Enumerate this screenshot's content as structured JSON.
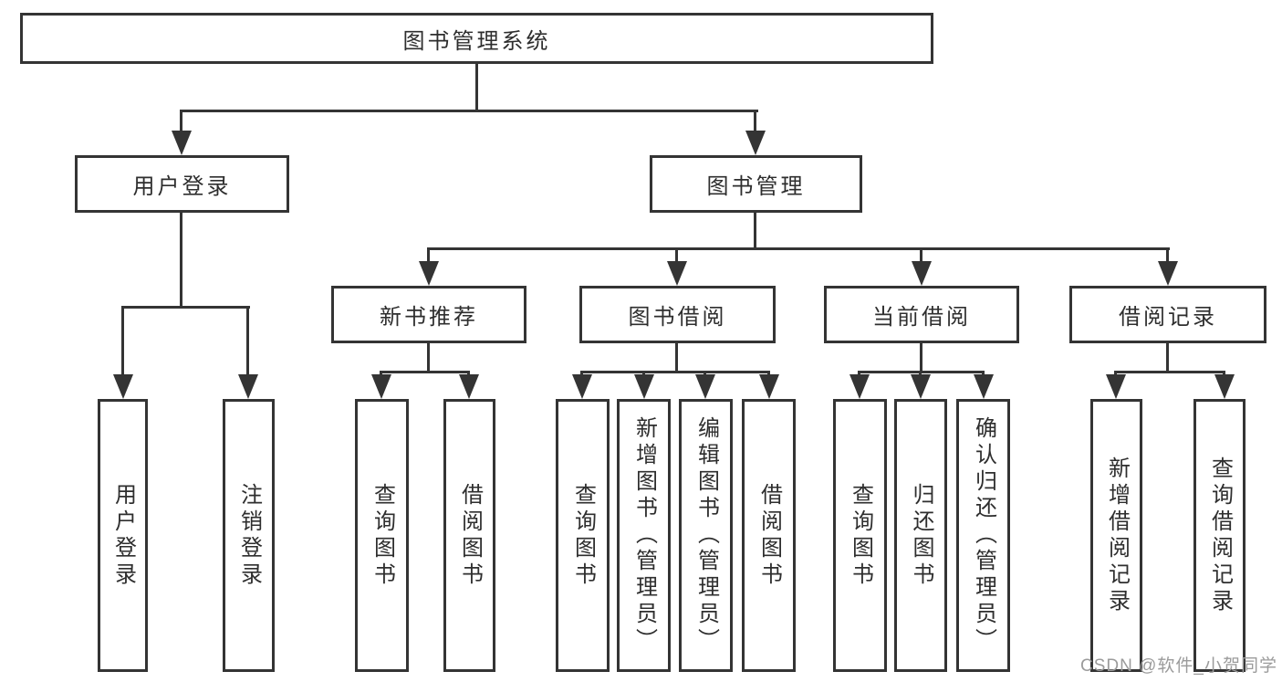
{
  "root": {
    "label": "图书管理系统"
  },
  "branches": {
    "user_login": {
      "label": "用户登录"
    },
    "book_mgmt": {
      "label": "图书管理"
    }
  },
  "modules": {
    "new_book": {
      "label": "新书推荐"
    },
    "book_borrow": {
      "label": "图书借阅"
    },
    "current_borrow": {
      "label": "当前借阅"
    },
    "borrow_records": {
      "label": "借阅记录"
    }
  },
  "leaves": {
    "c1": {
      "label": "用户登录"
    },
    "c2": {
      "label": "注销登录"
    },
    "c3": {
      "label": "查询图书"
    },
    "c4": {
      "label": "借阅图书"
    },
    "c5": {
      "label": "查询图书"
    },
    "c6": {
      "label": "新增图书（管理员）"
    },
    "c7": {
      "label": "编辑图书（管理员）"
    },
    "c8": {
      "label": "借阅图书"
    },
    "c9": {
      "label": "查询图书"
    },
    "c10": {
      "label": "归还图书"
    },
    "c11": {
      "label": "确认归还（管理员）"
    },
    "c12": {
      "label": "新增借阅记录"
    },
    "c13": {
      "label": "查询借阅记录"
    }
  },
  "watermark": {
    "text": "CSDN @软件_小贺同学"
  },
  "colors": {
    "line": "#343434",
    "text": "#2e2e2e",
    "watermark": "#9b9b9b",
    "background": "#ffffff"
  }
}
